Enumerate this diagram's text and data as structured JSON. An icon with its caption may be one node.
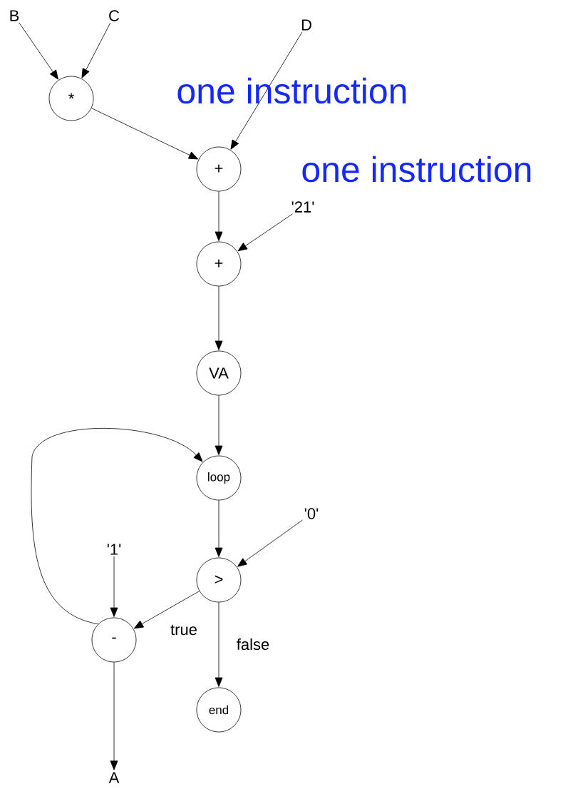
{
  "diagram": {
    "nodes": [
      {
        "text": [
          "B"
        ]
      },
      {
        "text": [
          "C"
        ]
      },
      {
        "text": [
          "*"
        ]
      },
      {
        "text": [
          "D"
        ]
      },
      {
        "text": [
          "+"
        ]
      },
      {
        "text": [
          "'21'"
        ]
      },
      {
        "text": [
          "+"
        ]
      },
      {
        "text": [
          "VA"
        ]
      },
      {
        "text": [
          "loop"
        ]
      },
      {
        "text": [
          "'0'"
        ]
      },
      {
        "text": [
          ">"
        ]
      },
      {
        "text": [
          "'1'"
        ]
      },
      {
        "text": [
          "-"
        ]
      },
      {
        "text": [
          "end"
        ]
      },
      {
        "text": [
          "A"
        ]
      }
    ],
    "edges": [
      {
        "from": 0,
        "to": 2,
        "arrow": "to"
      },
      {
        "from": 1,
        "to": 2,
        "arrow": "to"
      },
      {
        "from": 2,
        "to": 4,
        "arrow": "to"
      },
      {
        "from": 3,
        "to": 4,
        "arrow": "to"
      },
      {
        "from": 4,
        "to": 6,
        "arrow": "to"
      },
      {
        "from": 5,
        "to": 6,
        "arrow": "to"
      },
      {
        "from": 6,
        "to": 7,
        "arrow": "to"
      },
      {
        "from": 7,
        "to": 8,
        "arrow": "to"
      },
      {
        "from": 8,
        "to": 10,
        "arrow": "to"
      },
      {
        "from": 9,
        "to": 10,
        "arrow": "to"
      },
      {
        "from": 11,
        "to": 12,
        "arrow": "to"
      },
      {
        "from": 10,
        "to": 12,
        "arrow": "to",
        "label": "true"
      },
      {
        "from": 10,
        "to": 13,
        "arrow": "to",
        "label": "false"
      },
      {
        "from": 12,
        "to": 8,
        "arrow": "to"
      },
      {
        "from": 12,
        "to": 14,
        "arrow": "to"
      }
    ],
    "labels": [
      "one instruction",
      "one instruction"
    ]
  }
}
